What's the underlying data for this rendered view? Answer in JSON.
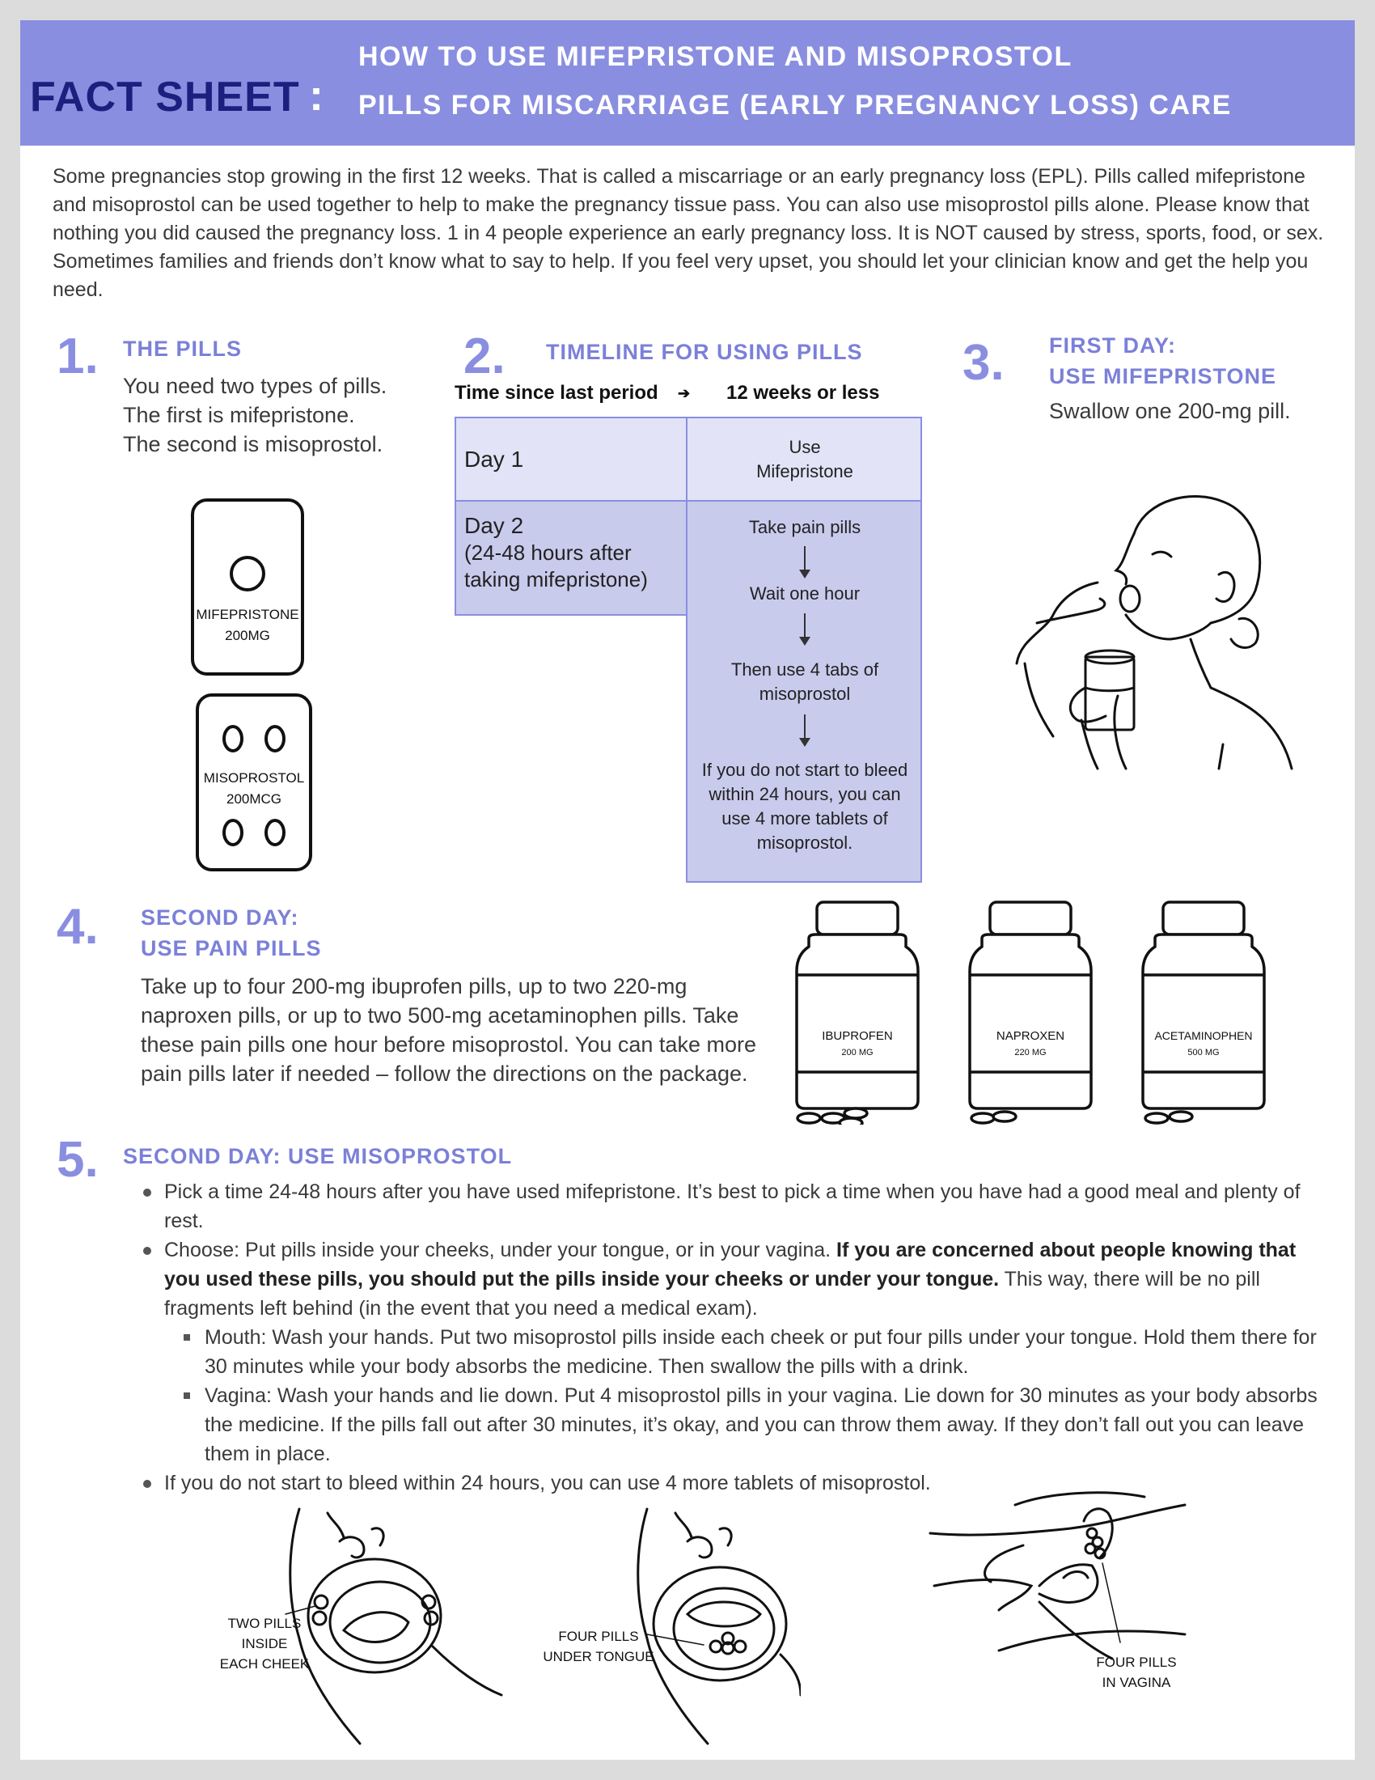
{
  "header": {
    "label": "FACT SHEET",
    "colon": ":",
    "title_line1": "HOW TO USE MIFEPRISTONE AND MISOPROSTOL",
    "title_line2": "PILLS FOR MISCARRIAGE (EARLY PREGNANCY LOSS) CARE"
  },
  "intro": "Some pregnancies stop growing in the first 12 weeks. That is called a miscarriage or an early pregnancy loss (EPL). Pills called mifepristone and misoprostol can be used together to help to make the pregnancy tissue pass. You can also use misoprostol pills alone. Please know that nothing you did caused the pregnancy loss. 1 in 4 people experience an early pregnancy loss. It is NOT caused by stress, sports, food, or sex. Sometimes families and friends don’t know what to say to help. If you feel very upset, you should let your clinician know and get the help you need.",
  "section1": {
    "number": "1.",
    "heading": "THE PILLS",
    "body": "You need two types of pills. The first is mifepristone. The second is misoprostol.",
    "pack1_line1": "MIFEPRISTONE",
    "pack1_line2": "200MG",
    "pack2_line1": "MISOPROSTOL",
    "pack2_line2": "200MCG"
  },
  "section2": {
    "number": "2.",
    "heading": "TIMELINE FOR USING PILLS",
    "col_left": "Time since last period",
    "col_arrow": "➔",
    "col_right": "12 weeks or less",
    "day1_label": "Day 1",
    "day1_action_line1": "Use",
    "day1_action_line2": "Mifepristone",
    "day2_label": "Day 2",
    "day2_sub": "(24-48 hours after taking mifepristone)",
    "step1": "Take pain pills",
    "step2": "Wait one hour",
    "step3": "Then use 4 tabs of misoprostol",
    "step4": "If you do not start to bleed within 24 hours, you can use 4 more tablets of misoprostol."
  },
  "section3": {
    "number": "3.",
    "heading_line1": "FIRST DAY:",
    "heading_line2": "USE MIFEPRISTONE",
    "body": "Swallow one 200-mg pill."
  },
  "section4": {
    "number": "4.",
    "heading_line1": "SECOND DAY:",
    "heading_line2": "USE PAIN PILLS",
    "body": "Take up to four 200-mg ibuprofen pills, up to two 220-mg naproxen pills, or up to two 500-mg acetaminophen pills. Take these pain pills one hour before misoprostol. You can take more pain pills later if needed – follow the directions on the package.",
    "bottles": [
      {
        "name": "IBUPROFEN",
        "dose": "200 MG"
      },
      {
        "name": "NAPROXEN",
        "dose": "220 MG"
      },
      {
        "name": "ACETAMINOPHEN",
        "dose": "500 MG"
      }
    ]
  },
  "section5": {
    "number": "5.",
    "heading": "SECOND DAY: USE MISOPROSTOL",
    "bullet1": "Pick a time 24-48 hours after you have used mifepristone. It’s best to pick a time when you have had a good meal and plenty of rest.",
    "bullet2_start": "Choose: Put pills inside your cheeks, under your tongue, or in your vagina. ",
    "bullet2_bold": "If you are concerned about people knowing that you used these pills, you should put the pills inside your cheeks or under your tongue.",
    "bullet2_end": " This way, there will be no pill fragments left behind (in the event that you need a medical exam).",
    "sub1": "Mouth: Wash your hands. Put two misoprostol pills inside each cheek or put four pills under your tongue. Hold them there for 30 minutes while your body absorbs the medicine. Then swallow the pills with a drink.",
    "sub2": "Vagina: Wash your hands and lie down. Put 4 misoprostol pills in your vagina. Lie down for 30 minutes as your body absorbs the medicine. If the pills fall out after 30 minutes, it’s okay, and you can throw them away. If they don’t fall out you can leave them in place.",
    "bullet3": "If you do not start to bleed within 24 hours, you can use 4 more tablets of misoprostol.",
    "label_cheek_1": "TWO PILLS",
    "label_cheek_2": "INSIDE",
    "label_cheek_3": "EACH CHEEK",
    "label_tongue_1": "FOUR PILLS",
    "label_tongue_2": "UNDER TONGUE",
    "label_vagina_1": "FOUR PILLS",
    "label_vagina_2": "IN VAGINA"
  }
}
